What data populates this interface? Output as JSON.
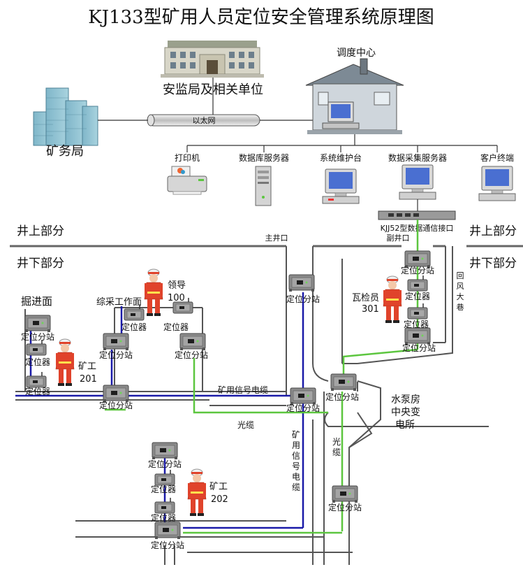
{
  "title": "KJ133型矿用人员定位安全管理系统原理图",
  "top": {
    "agency": "安监局及相关单位",
    "bureau": "矿务局",
    "dispatch": "调度中心",
    "ethernet": "以太网",
    "devices": {
      "printer": "打印机",
      "db_server": "数据库服务器",
      "maintenance": "系统维护台",
      "collector": "数据采集服务器",
      "client": "客户终端"
    },
    "interface": "KJJ52型数据通信接口"
  },
  "zones": {
    "above": "井上部分",
    "below": "井下部分"
  },
  "shafts": {
    "main": "主井口",
    "aux": "副井口",
    "return": "回风大巷"
  },
  "labels": {
    "substation": "定位分站",
    "locator": "定位器",
    "heading_face": "掘进面",
    "mining_face": "综采工作面",
    "signal_cable": "矿用信号电缆",
    "signal_cable_vertical": "矿用信号电缆",
    "fiber": "光缆",
    "fiber_vertical": "光缆",
    "pump_room": "水泵房",
    "central_sub": "中央变",
    "power_station": "电所"
  },
  "people": {
    "leader": {
      "role": "领导",
      "id": "100"
    },
    "miner1": {
      "role": "矿工",
      "id": "201"
    },
    "inspector": {
      "role": "瓦检员",
      "id": "301"
    },
    "miner2": {
      "role": "矿工",
      "id": "202"
    }
  },
  "colors": {
    "signal_cable": "#1a1aa8",
    "fiber": "#5cc63f",
    "tunnel": "#444444",
    "device": "#8a8a8a",
    "worker": "#e0432b"
  }
}
